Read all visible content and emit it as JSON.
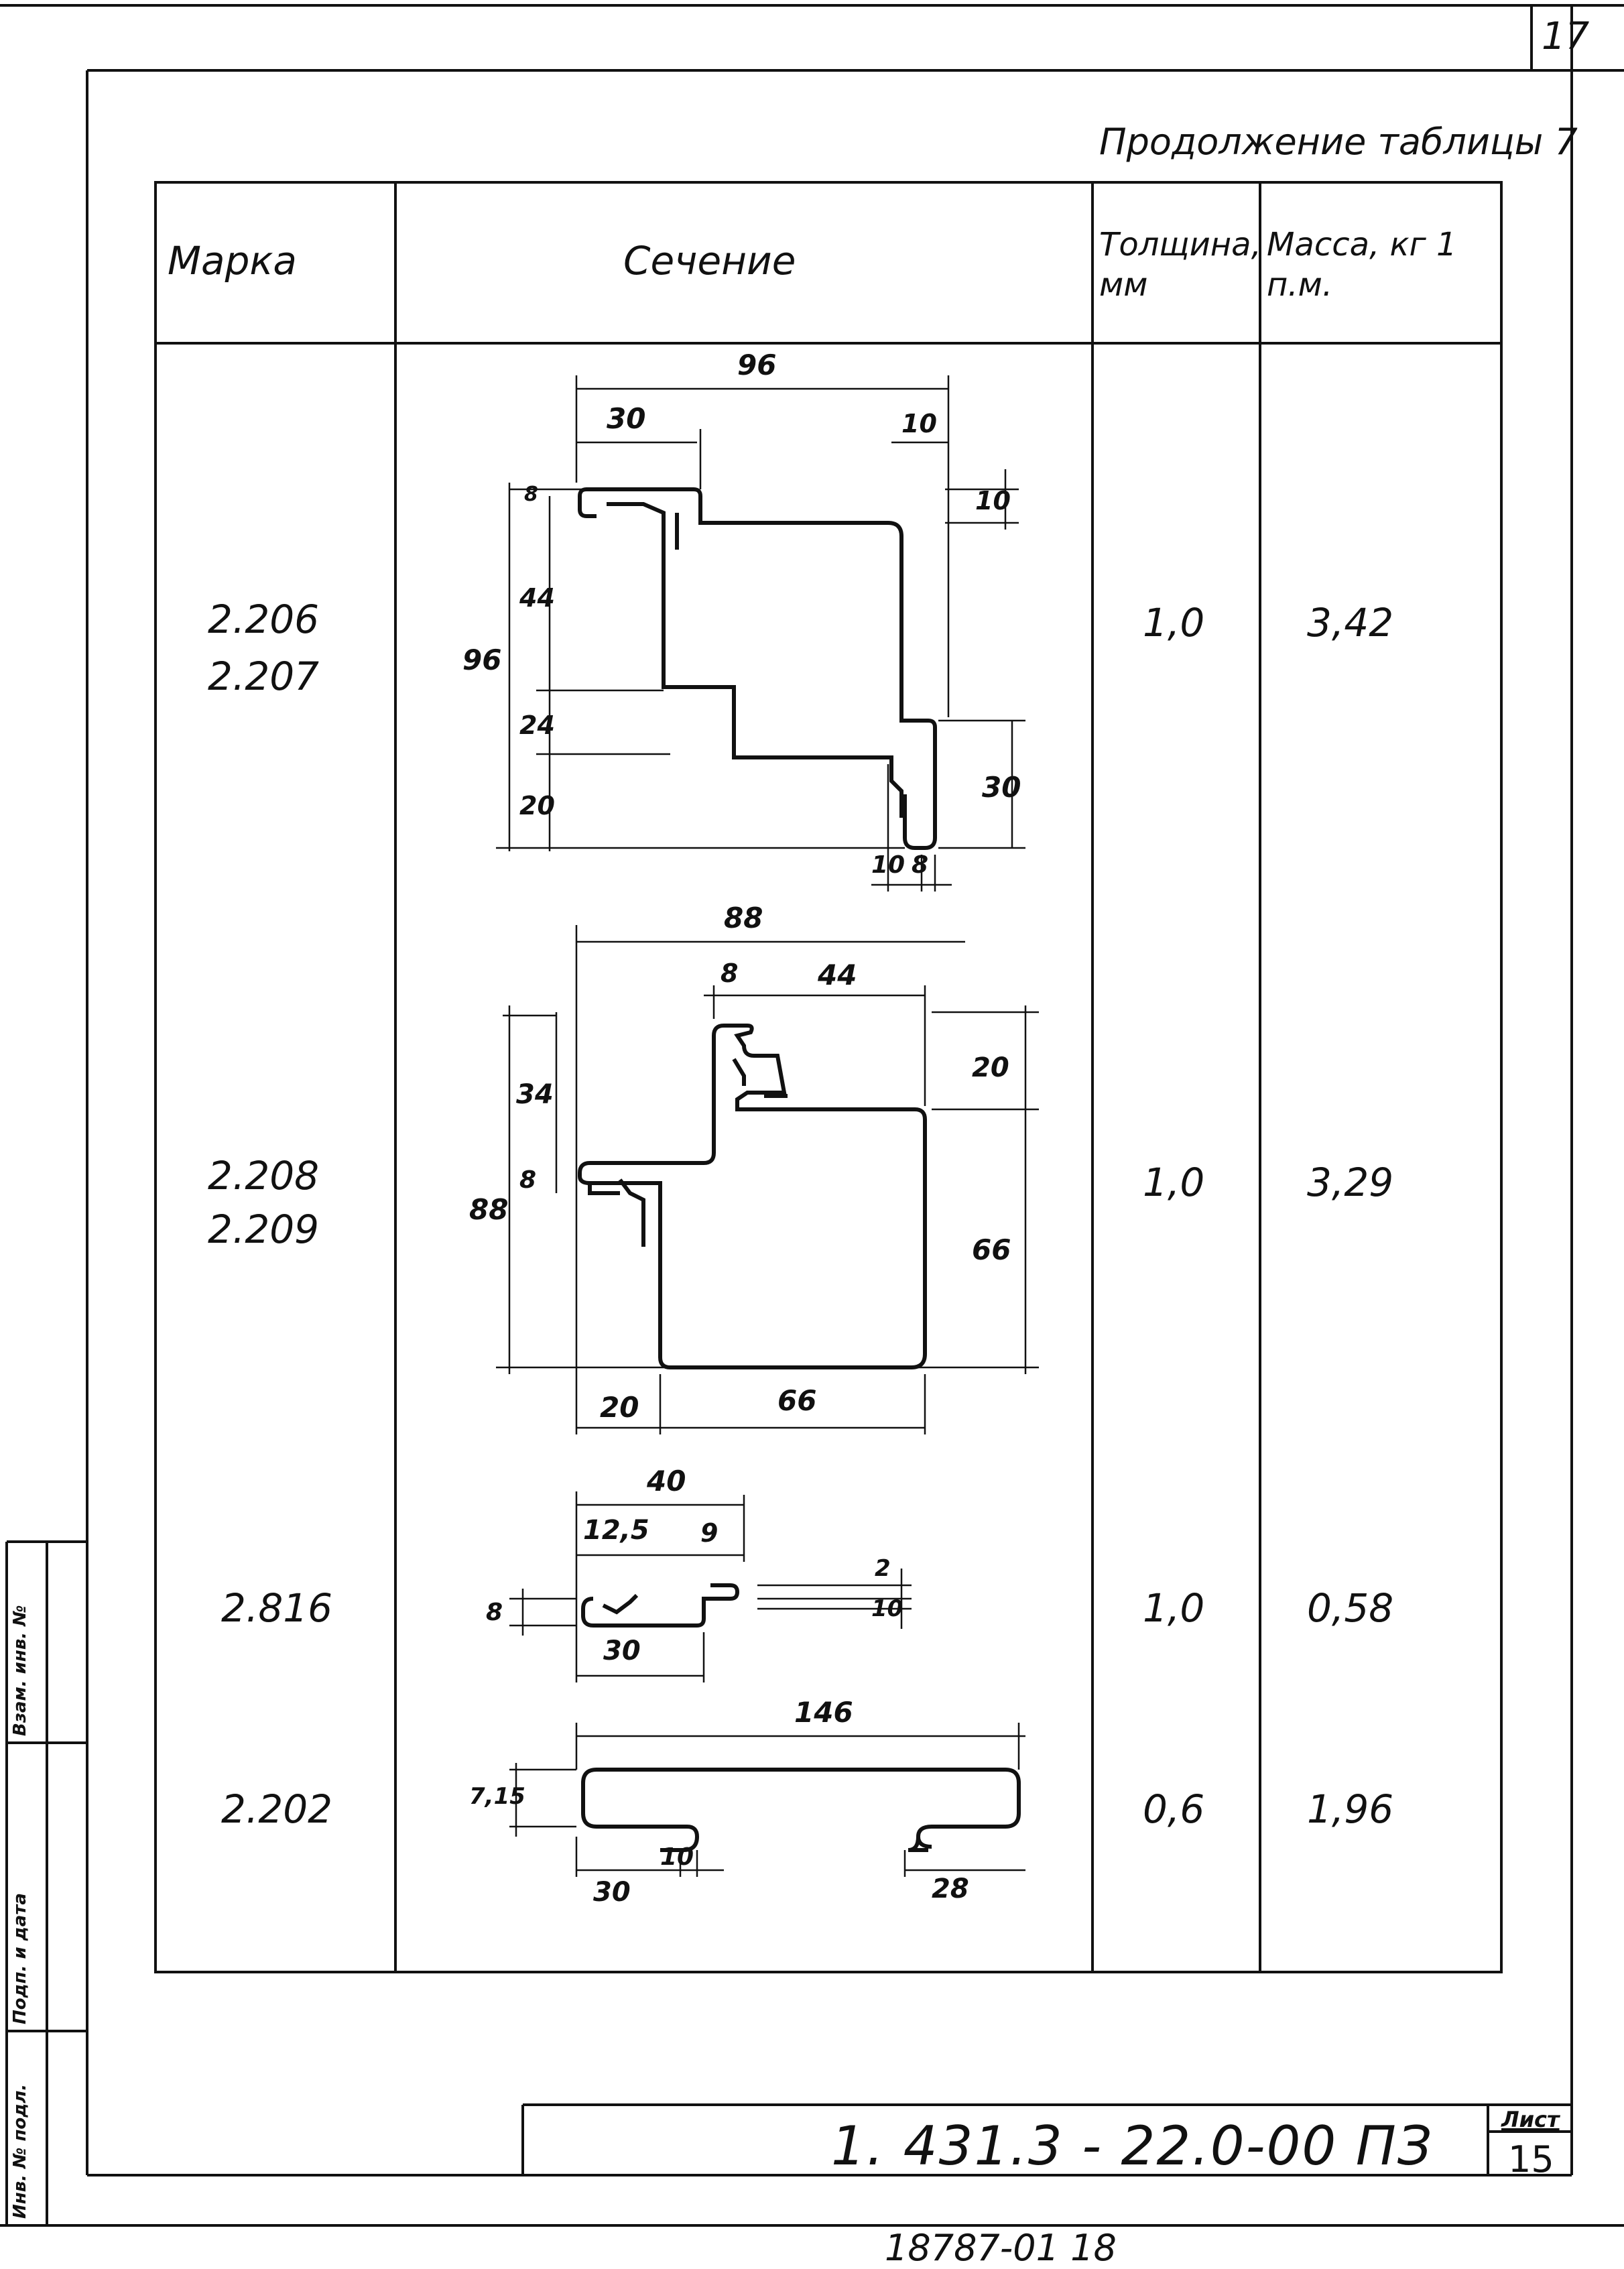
{
  "page": {
    "corner_number": "17",
    "caption": "Продолжение таблицы 7",
    "footer_code": "18787-01  18"
  },
  "table": {
    "headers": {
      "marka": "Марка",
      "sechenie": "Сечение",
      "tolshchina": "Толщина, мм",
      "massa": "Масса, кг 1 п.м."
    },
    "rows": [
      {
        "marka": [
          "2.206",
          "2.207"
        ],
        "tolshchina": "1,0",
        "massa": "3,42",
        "dims": [
          "96",
          "30",
          "10",
          "10",
          "96",
          "44",
          "24",
          "20",
          "30",
          "10",
          "8",
          "8"
        ]
      },
      {
        "marka": [
          "2.208",
          "2.209"
        ],
        "tolshchina": "1,0",
        "massa": "3,29",
        "dims": [
          "88",
          "8",
          "44",
          "34",
          "8",
          "88",
          "20",
          "66",
          "20",
          "66"
        ]
      },
      {
        "marka": [
          "2.816"
        ],
        "tolshchina": "1,0",
        "massa": "0,58",
        "dims": [
          "40",
          "12,5",
          "9",
          "8",
          "10",
          "2",
          "30"
        ]
      },
      {
        "marka": [
          "2.202"
        ],
        "tolshchina": "0,6",
        "massa": "1,96",
        "dims": [
          "146",
          "7,15",
          "30",
          "10",
          "28"
        ]
      }
    ]
  },
  "title_block": {
    "document_code": "1. 431.3 - 22.0-00 ПЗ",
    "sheet_label": "Лист",
    "sheet_number": "15"
  },
  "side_stamp": [
    "Взам. инв. №",
    "Подп. и дата",
    "Инв. № подл."
  ]
}
